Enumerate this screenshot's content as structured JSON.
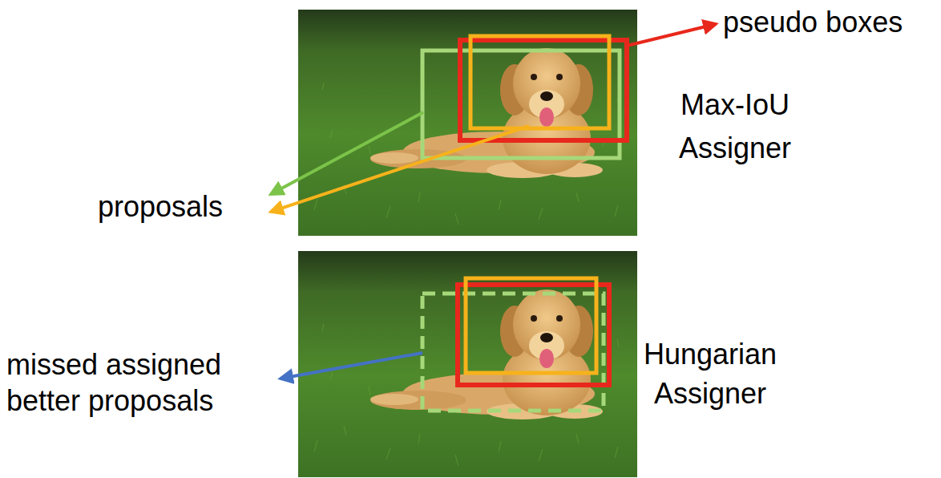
{
  "diagram": {
    "labels": [
      "pseudo boxes",
      "Max-IoU Assigner",
      "proposals",
      "missed assigned better proposals",
      "Hungarian Assigner"
    ]
  }
}
